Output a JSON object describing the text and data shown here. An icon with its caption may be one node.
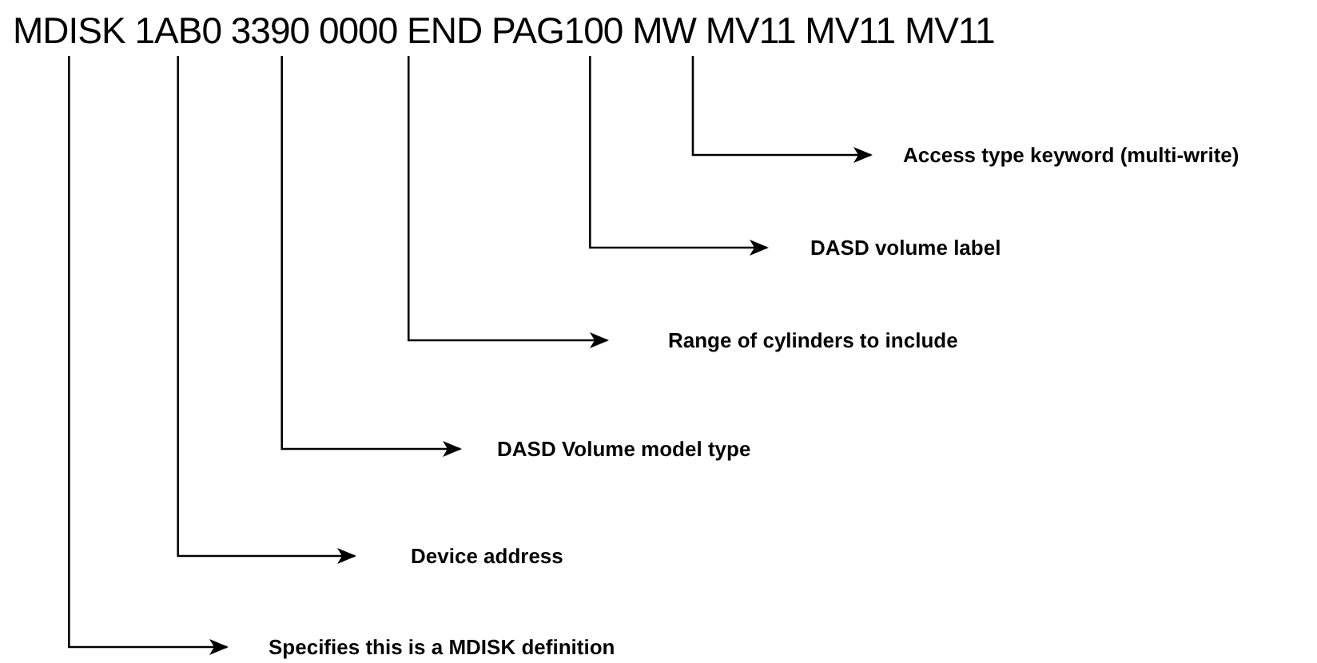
{
  "diagram": {
    "nodes": [
      {
        "text": [
          "MDISK"
        ]
      },
      {
        "text": [
          "1AB0"
        ]
      },
      {
        "text": [
          "3390"
        ]
      },
      {
        "text": [
          "0000 END"
        ]
      },
      {
        "text": [
          "PAG100"
        ]
      },
      {
        "text": [
          "MW"
        ]
      },
      {
        "text": [
          "MV11"
        ]
      },
      {
        "text": [
          "MV11"
        ]
      },
      {
        "text": [
          "MV11"
        ]
      },
      {
        "text": [
          "Access type keyword (multi-write)"
        ]
      },
      {
        "text": [
          "DASD volume label"
        ]
      },
      {
        "text": [
          "Range of cylinders to include"
        ]
      },
      {
        "text": [
          "DASD Volume model type"
        ]
      },
      {
        "text": [
          "Device address"
        ]
      },
      {
        "text": [
          "Specifies this is a MDISK definition"
        ]
      }
    ],
    "edges": [
      {
        "from": 5,
        "to": 9,
        "arrow": "to"
      },
      {
        "from": 4,
        "to": 10,
        "arrow": "to"
      },
      {
        "from": 3,
        "to": 11,
        "arrow": "to"
      },
      {
        "from": 2,
        "to": 12,
        "arrow": "to"
      },
      {
        "from": 1,
        "to": 13,
        "arrow": "to"
      },
      {
        "from": 0,
        "to": 14,
        "arrow": "to"
      }
    ]
  }
}
